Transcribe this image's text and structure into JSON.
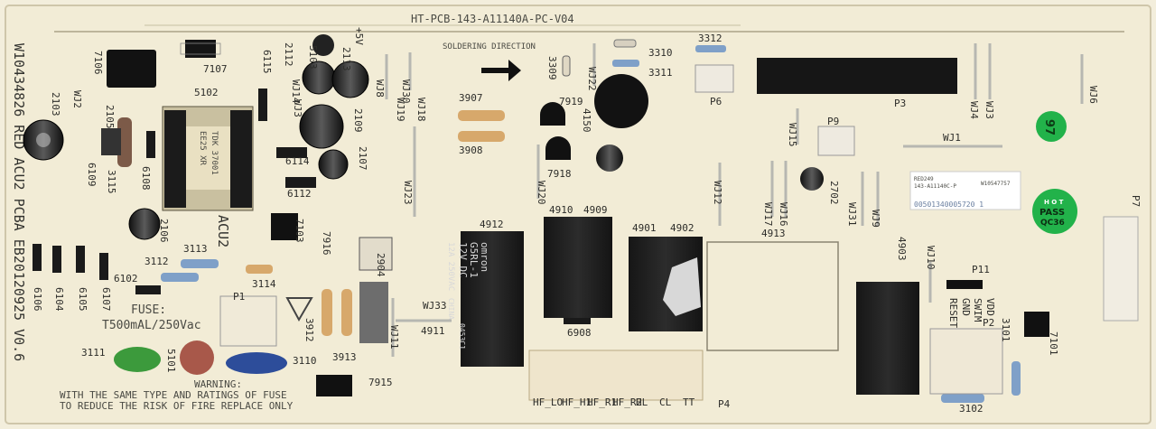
{
  "board": {
    "title": "HT-PCB-143-A11140A-PC-V04",
    "side_text": "W10434826 RED ACU2 PCBA EB20120925 V0.6",
    "soldering_direction": "SOLDERING DIRECTION",
    "fuse_label": "FUSE:",
    "fuse_rating": "T500mAL/250Vac",
    "warning_title": "WARNING:",
    "warning_line1": "WITH THE SAME TYPE AND RATINGS OF FUSE",
    "warning_line2": "TO REDUCE THE RISK OF FIRE REPLACE ONLY",
    "acu2": "ACU2"
  },
  "relay": {
    "brand": "omron",
    "model": "G5RL-1",
    "voltage": "12V DC",
    "rating": "12A 250VAC",
    "country": "CHINA",
    "code": "0453C1"
  },
  "sticker": {
    "line1": "RED249",
    "line2": "143-A11140C-P",
    "line3": "W10547757",
    "serial": "00501340005720 1"
  },
  "qc": {
    "top": "97",
    "hot": "H O T",
    "pass": "PASS",
    "code": "QC36"
  },
  "labels": [
    "2103",
    "7106",
    "7107",
    "WJ2",
    "2105",
    "5102",
    "6115",
    "2112",
    "5103",
    "+5V",
    "2113",
    "WJ14",
    "WJ3",
    "WJ8",
    "WJ30",
    "WJ19",
    "WJ18",
    "3309",
    "WJ22",
    "3310",
    "3311",
    "3312",
    "P6",
    "P3",
    "WJ4",
    "WJ3",
    "WJ6",
    "3907",
    "3908",
    "7919",
    "4150",
    "7918",
    "WJ15",
    "P9",
    "WJ1",
    "2109",
    "2107",
    "6114",
    "6112",
    "WJ23",
    "WJ20",
    "WJ12",
    "WJ17",
    "WJ16",
    "2702",
    "WJ31",
    "WJ9",
    "6109",
    "3115",
    "6108",
    "2106",
    "7103",
    "4912",
    "4910",
    "4909",
    "4901",
    "4902",
    "4913",
    "P7",
    "3113",
    "3112",
    "6102",
    "3114",
    "7916",
    "2904",
    "4903",
    "WJ10",
    "P11",
    "6106",
    "6104",
    "6105",
    "6107",
    "P1",
    "3912",
    "3913",
    "WJ33",
    "4911",
    "6908",
    "WJ11",
    "3111",
    "5101",
    "3110",
    "7915",
    "P4",
    "P2",
    "3101",
    "7101",
    "3102",
    "VDD",
    "SWIM",
    "GND",
    "RESET",
    "HF_LO",
    "HF_H1",
    "HF_R1",
    "HF_R2",
    "HL",
    "CL",
    "TT"
  ]
}
